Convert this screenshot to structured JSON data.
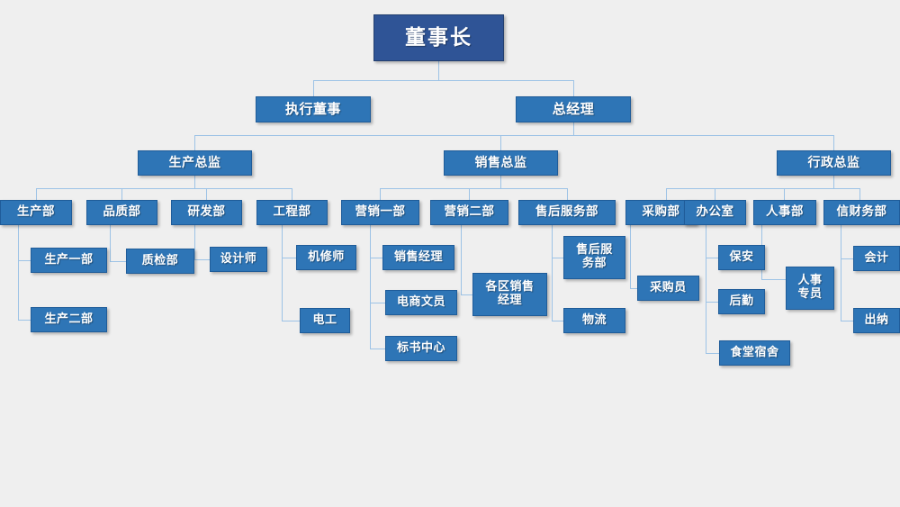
{
  "chart_data": {
    "type": "diagram",
    "diagram_kind": "organizational-chart",
    "title": "",
    "background_color": "#efefef",
    "root_node_color": "#2f5496",
    "node_color": "#2e75b6",
    "connector_color": "#9dc3e6",
    "text_color": "#ffffff",
    "levels": 5
  },
  "nodes": {
    "chairman": {
      "label": "董事长",
      "level": 1
    },
    "exec_director": {
      "label": "执行董事",
      "level": 2
    },
    "general_manager": {
      "label": "总经理",
      "level": 2
    },
    "prod_director": {
      "label": "生产总监",
      "level": 3
    },
    "sales_director": {
      "label": "销售总监",
      "level": 3
    },
    "admin_director": {
      "label": "行政总监",
      "level": 3
    },
    "prod_dept": {
      "label": "生产部",
      "level": 4
    },
    "quality_dept": {
      "label": "品质部",
      "level": 4
    },
    "rd_dept": {
      "label": "研发部",
      "level": 4
    },
    "eng_dept": {
      "label": "工程部",
      "level": 4
    },
    "marketing_1": {
      "label": "营销一部",
      "level": 4
    },
    "marketing_2": {
      "label": "营销二部",
      "level": 4
    },
    "aftersales_dept": {
      "label": "售后服务部",
      "level": 4
    },
    "purchase_dept": {
      "label": "采购部",
      "level": 4
    },
    "office_dept": {
      "label": "办公室",
      "level": 4
    },
    "hr_dept": {
      "label": "人事部",
      "level": 4
    },
    "finance_dept": {
      "label": "信财务部",
      "level": 4
    },
    "prod_unit_1": {
      "label": "生产一部",
      "level": 5
    },
    "prod_unit_2": {
      "label": "生产二部",
      "level": 5
    },
    "qc_unit": {
      "label": "质检部",
      "level": 5
    },
    "designer": {
      "label": "设计师",
      "level": 5
    },
    "mechanic": {
      "label": "机修师",
      "level": 5
    },
    "electrician": {
      "label": "电工",
      "level": 5
    },
    "sales_manager": {
      "label": "销售经理",
      "level": 5
    },
    "ecommerce_clerk": {
      "label": "电商文员",
      "level": 5
    },
    "bid_center": {
      "label": "标书中心",
      "level": 5
    },
    "regional_sales": {
      "label": "各区销售\n经理",
      "level": 5
    },
    "aftersales_unit": {
      "label": "售后服\n务部",
      "level": 5
    },
    "logistics": {
      "label": "物流",
      "level": 5
    },
    "buyer": {
      "label": "采购员",
      "level": 5
    },
    "security": {
      "label": "保安",
      "level": 5
    },
    "logistics_sup": {
      "label": "后勤",
      "level": 5
    },
    "canteen_dorm": {
      "label": "食堂宿舍",
      "level": 5
    },
    "hr_specialist": {
      "label": "人事\n专员",
      "level": 5
    },
    "accountant": {
      "label": "会计",
      "level": 5
    },
    "cashier": {
      "label": "出纳",
      "level": 5
    }
  }
}
